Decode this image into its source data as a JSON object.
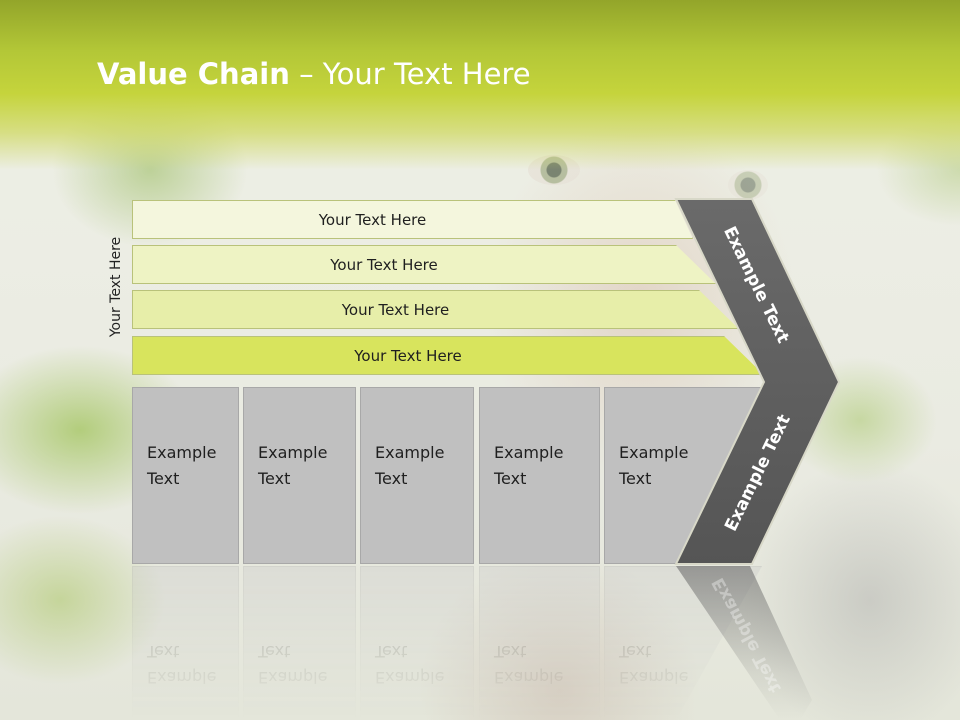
{
  "slide": {
    "title_bold": "Value Chain",
    "title_rest": " – Your Text Here",
    "side_label": "Your Text Here",
    "bars": [
      {
        "label": "Your Text Here"
      },
      {
        "label": "Your Text Here"
      },
      {
        "label": "Your Text Here"
      },
      {
        "label": "Your Text Here"
      }
    ],
    "boxes": [
      {
        "line1": "Example",
        "line2": "Text"
      },
      {
        "line1": "Example",
        "line2": "Text"
      },
      {
        "line1": "Example",
        "line2": "Text"
      },
      {
        "line1": "Example",
        "line2": "Text"
      },
      {
        "line1": "Example",
        "line2": "Text"
      }
    ],
    "chevron_upper_label": "Example Text",
    "chevron_lower_label": "Example Text"
  },
  "colors": {
    "header_green": "#b3c737",
    "bar_lightest": "#f4f6dd",
    "bar_darkest": "#d8e45d",
    "box_gray": "#c0c0c0",
    "chevron_dark": "#5f5f5f"
  }
}
